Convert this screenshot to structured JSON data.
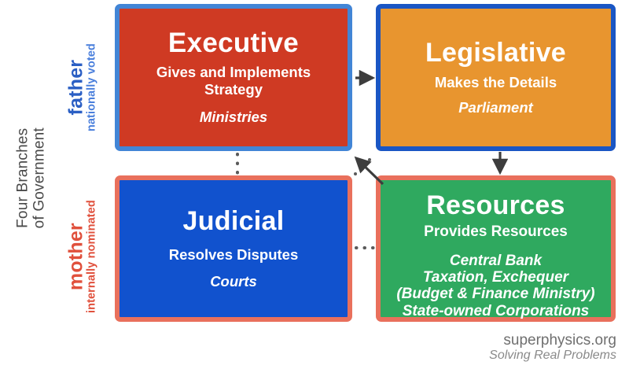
{
  "diagram": {
    "title_line1": "Four Branches",
    "title_line2": "of Government",
    "axis_labels": {
      "top": {
        "main": "father",
        "sub": "nationally voted",
        "color": "#2b5fc4"
      },
      "bottom": {
        "main": "mother",
        "sub": "internally nominated",
        "color": "#e0503c"
      }
    },
    "boxes": [
      {
        "id": "executive",
        "title": "Executive",
        "description": "Gives and Implements Strategy",
        "items": [
          "Ministries"
        ],
        "fill": "#cf3a23",
        "border": "#4285d6"
      },
      {
        "id": "legislative",
        "title": "Legislative",
        "description": "Makes the Details",
        "items": [
          "Parliament"
        ],
        "fill": "#e8952f",
        "border": "#1a56c4"
      },
      {
        "id": "judicial",
        "title": "Judicial",
        "description": "Resolves Disputes",
        "items": [
          "Courts"
        ],
        "fill": "#1152ce",
        "border": "#e9705c"
      },
      {
        "id": "resources",
        "title": "Resources",
        "description": "Provides Resources",
        "items": [
          "Central Bank",
          "Taxation, Exchequer",
          "(Budget & Finance Ministry)",
          "State-owned Corporations"
        ],
        "fill": "#2fa95f",
        "border": "#e9705c"
      }
    ],
    "connectors": [
      {
        "id": "executive-to-legislative",
        "kind": "arrow",
        "direction": "right"
      },
      {
        "id": "legislative-to-resources",
        "kind": "arrow",
        "direction": "down"
      },
      {
        "id": "resources-to-executive",
        "kind": "arrow",
        "direction": "up-left-diagonal"
      },
      {
        "id": "executive-judicial-link",
        "kind": "dotted",
        "orientation": "vertical"
      },
      {
        "id": "judicial-resources-link",
        "kind": "dotted",
        "orientation": "horizontal"
      }
    ],
    "arrow_color": "#3d3d3d",
    "dot_color": "#5a5a5a"
  },
  "footer": {
    "site": "superphysics.org",
    "tagline": "Solving Real Problems"
  }
}
